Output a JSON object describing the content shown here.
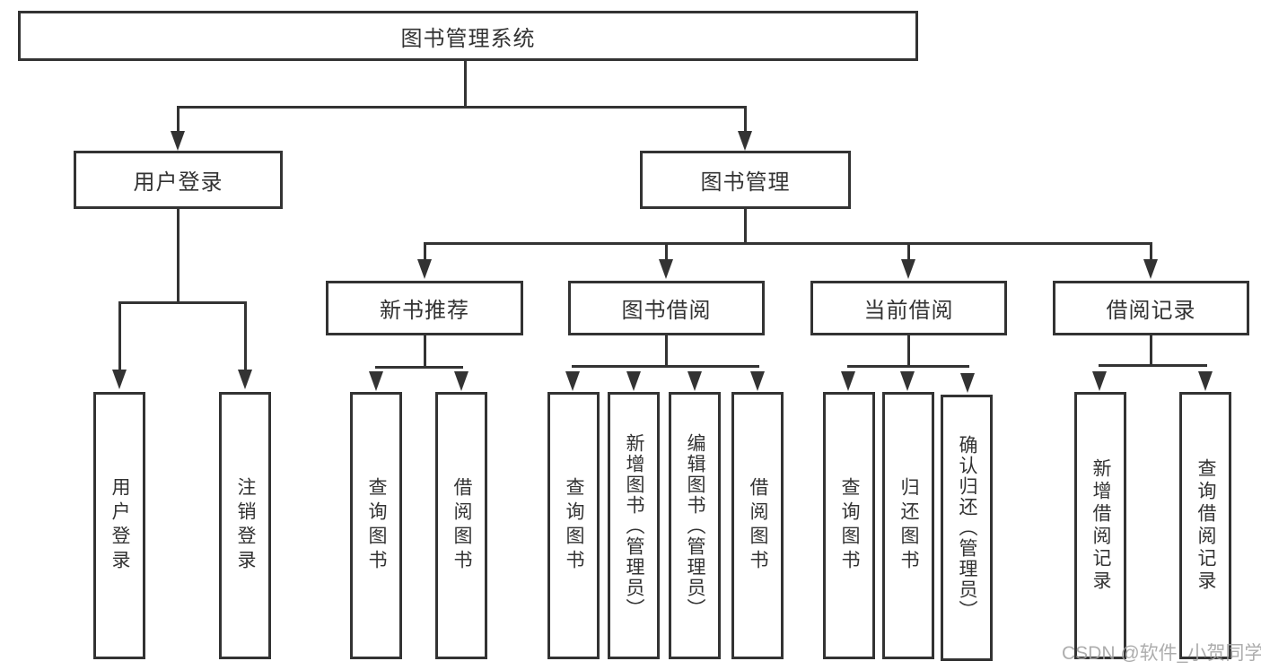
{
  "diagram_type": "hierarchy-tree",
  "tree": {
    "root": "图书管理系统",
    "branches": [
      {
        "label": "用户登录",
        "children": [
          "用户登录",
          "注销登录"
        ]
      },
      {
        "label": "图书管理",
        "children": [
          {
            "label": "新书推荐",
            "children": [
              "查询图书",
              "借阅图书"
            ]
          },
          {
            "label": "图书借阅",
            "children": [
              "查询图书",
              "新增图书（管理员）",
              "编辑图书（管理员）",
              "借阅图书"
            ]
          },
          {
            "label": "当前借阅",
            "children": [
              "查询图书",
              "归还图书",
              "确认归还（管理员）"
            ]
          },
          {
            "label": "借阅记录",
            "children": [
              "新增借阅记录",
              "查询借阅记录"
            ]
          }
        ]
      }
    ]
  },
  "watermark": {
    "text": "CSDN @软件_小贺同学"
  },
  "colors": {
    "line": "#333333",
    "box_border": "#333333",
    "text": "#333333",
    "background": "#ffffff",
    "watermark": "#a2a2a2"
  }
}
